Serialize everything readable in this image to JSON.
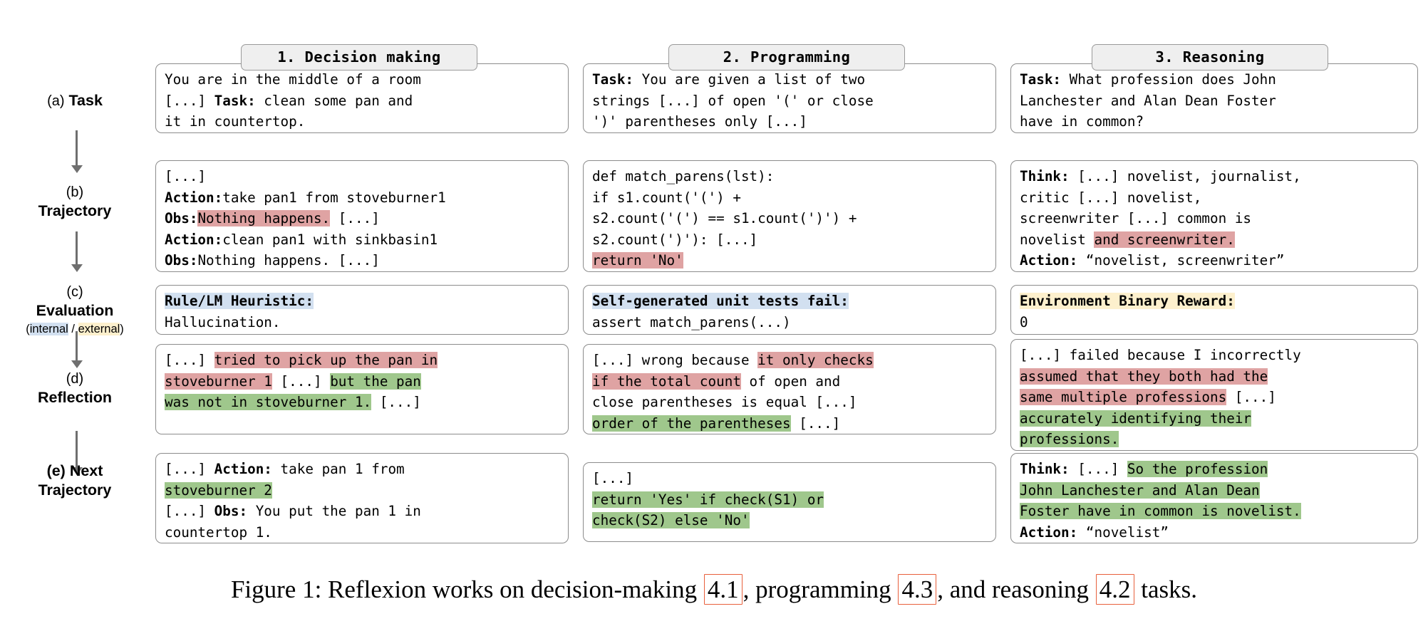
{
  "figure": {
    "caption_prefix": "Figure 1: Reflexion works on decision-making ",
    "ref1": "4.1",
    "caption_mid1": ", programming ",
    "ref2": "4.3",
    "caption_mid2": ", and reasoning ",
    "ref3": "4.2",
    "caption_suffix": " tasks."
  },
  "colors": {
    "highlight_red": "#dfa3a3",
    "highlight_green": "#9fc78c",
    "highlight_blue": "#d2e0f0",
    "highlight_yellow": "#fdf0cd",
    "box_border": "#8c8c8c",
    "tab_fill": "#efefef",
    "arrow": "#6f6f6f",
    "ref_box": "#e8603c"
  },
  "columns": [
    {
      "label": "1. Decision making"
    },
    {
      "label": "2. Programming"
    },
    {
      "label": "3. Reasoning"
    }
  ],
  "rows": [
    {
      "index": "(a)",
      "name": "Task",
      "inline": true
    },
    {
      "index": "(b)",
      "name": "Trajectory",
      "inline": false
    },
    {
      "index": "(c)",
      "name": "Evaluation",
      "sub": "(internal / external)",
      "sub_internal": "internal",
      "sub_sep": " / ",
      "sub_external": "external",
      "sub_open": "(",
      "sub_close": ")",
      "inline": false
    },
    {
      "index": "(d)",
      "name": "Reflection",
      "inline": false
    },
    {
      "index": "(e)",
      "name": "Next Trajectory",
      "name_line1": "(e) Next",
      "name_line2": "Trajectory",
      "inline": false
    }
  ],
  "cells": {
    "task": {
      "decision": [
        [
          {
            "t": "You are in the middle of a room"
          }
        ],
        [
          {
            "t": "[...] "
          },
          {
            "t": "Task:",
            "b": true
          },
          {
            "t": " clean some pan and"
          }
        ],
        [
          {
            "t": "it in countertop."
          }
        ]
      ],
      "programming": [
        [
          {
            "t": "Task:",
            "b": true
          },
          {
            "t": " You are given a list of two"
          }
        ],
        [
          {
            "t": "strings [...] of open '(' or close"
          }
        ],
        [
          {
            "t": "')' parentheses only [...]"
          }
        ]
      ],
      "reasoning": [
        [
          {
            "t": "Task:",
            "b": true
          },
          {
            "t": " What profession does John"
          }
        ],
        [
          {
            "t": "Lanchester and Alan Dean Foster"
          }
        ],
        [
          {
            "t": "have in common?"
          }
        ]
      ]
    },
    "trajectory": {
      "decision": [
        [
          {
            "t": "[...]"
          }
        ],
        [
          {
            "t": "Action:",
            "b": true
          },
          {
            "t": "take pan1 from stoveburner1"
          }
        ],
        [
          {
            "t": "Obs:",
            "b": true
          },
          {
            "t": "Nothing happens.",
            "hl": "red"
          },
          {
            "t": " [...]"
          }
        ],
        [
          {
            "t": "Action:",
            "b": true
          },
          {
            "t": "clean pan1 with sinkbasin1"
          }
        ],
        [
          {
            "t": "Obs:",
            "b": true
          },
          {
            "t": "Nothing happens. [...]"
          }
        ]
      ],
      "programming": [
        [
          {
            "t": "def match_parens(lst):"
          }
        ],
        [
          {
            "t": "    if s1.count('(') +"
          }
        ],
        [
          {
            "t": "s2.count('(') == s1.count(')') +"
          }
        ],
        [
          {
            "t": "s2.count(')'): [...]"
          }
        ],
        [
          {
            "t": "    "
          },
          {
            "t": "return 'No'",
            "hl": "red"
          }
        ]
      ],
      "reasoning": [
        [
          {
            "t": "Think:",
            "b": true
          },
          {
            "t": " [...] novelist, journalist,"
          }
        ],
        [
          {
            "t": "critic [...] novelist,"
          }
        ],
        [
          {
            "t": "screenwriter [...] common is"
          }
        ],
        [
          {
            "t": "novelist "
          },
          {
            "t": "and screenwriter.",
            "hl": "red"
          }
        ],
        [
          {
            "t": "Action:",
            "b": true
          },
          {
            "t": " “novelist, screenwriter”"
          }
        ]
      ]
    },
    "evaluation": {
      "decision": [
        [
          {
            "t": "Rule/LM Heuristic:",
            "b": true,
            "hl": "blue"
          }
        ],
        [
          {
            "t": "Hallucination."
          }
        ]
      ],
      "programming": [
        [
          {
            "t": "Self-generated unit tests fail:",
            "b": true,
            "hl": "blue"
          }
        ],
        [
          {
            "t": "assert match_parens(...)"
          }
        ]
      ],
      "reasoning": [
        [
          {
            "t": "Environment Binary Reward:",
            "b": true,
            "hl": "yellow"
          }
        ],
        [
          {
            "t": "0"
          }
        ]
      ]
    },
    "reflection": {
      "decision": [
        [
          {
            "t": "[...] "
          },
          {
            "t": "tried to pick up the pan in",
            "hl": "red"
          }
        ],
        [
          {
            "t": "stoveburner 1",
            "hl": "red"
          },
          {
            "t": " [...] "
          },
          {
            "t": "but the pan",
            "hl": "green"
          }
        ],
        [
          {
            "t": "was not in stoveburner 1.",
            "hl": "green"
          },
          {
            "t": " [...]"
          }
        ]
      ],
      "programming": [
        [
          {
            "t": "[...] wrong because "
          },
          {
            "t": "it only checks",
            "hl": "red"
          }
        ],
        [
          {
            "t": "if the total count",
            "hl": "red"
          },
          {
            "t": " of open and"
          }
        ],
        [
          {
            "t": "close parentheses is equal [...]"
          }
        ],
        [
          {
            "t": "order of the parentheses",
            "hl": "green"
          },
          {
            "t": " [...]"
          }
        ]
      ],
      "reasoning": [
        [
          {
            "t": "[...] failed because I incorrectly"
          }
        ],
        [
          {
            "t": "assumed that they both had the",
            "hl": "red"
          }
        ],
        [
          {
            "t": "same multiple professions",
            "hl": "red"
          },
          {
            "t": " [...]"
          }
        ],
        [
          {
            "t": "accurately identifying their",
            "hl": "green"
          }
        ],
        [
          {
            "t": "professions.",
            "hl": "green"
          }
        ]
      ]
    },
    "next_trajectory": {
      "decision": [
        [
          {
            "t": "[...] "
          },
          {
            "t": "Action:",
            "b": true
          },
          {
            "t": " take pan 1 from"
          }
        ],
        [
          {
            "t": "stoveburner 2",
            "hl": "green"
          }
        ],
        [
          {
            "t": "[...] "
          },
          {
            "t": "Obs:",
            "b": true
          },
          {
            "t": " You put the pan 1 in"
          }
        ],
        [
          {
            "t": "countertop 1."
          }
        ]
      ],
      "programming": [
        [
          {
            "t": "[...]"
          }
        ],
        [
          {
            "t": "    "
          },
          {
            "t": "return 'Yes' if check(S1) or",
            "hl": "green"
          }
        ],
        [
          {
            "t": "check(S2) else 'No'",
            "hl": "green"
          }
        ]
      ],
      "reasoning": [
        [
          {
            "t": "Think:",
            "b": true
          },
          {
            "t": " [...] "
          },
          {
            "t": "So the profession",
            "hl": "green"
          }
        ],
        [
          {
            "t": "John Lanchester and Alan Dean",
            "hl": "green"
          }
        ],
        [
          {
            "t": "Foster have in common is novelist.",
            "hl": "green"
          }
        ],
        [
          {
            "t": "Action:",
            "b": true
          },
          {
            "t": " “novelist”"
          }
        ]
      ]
    }
  }
}
